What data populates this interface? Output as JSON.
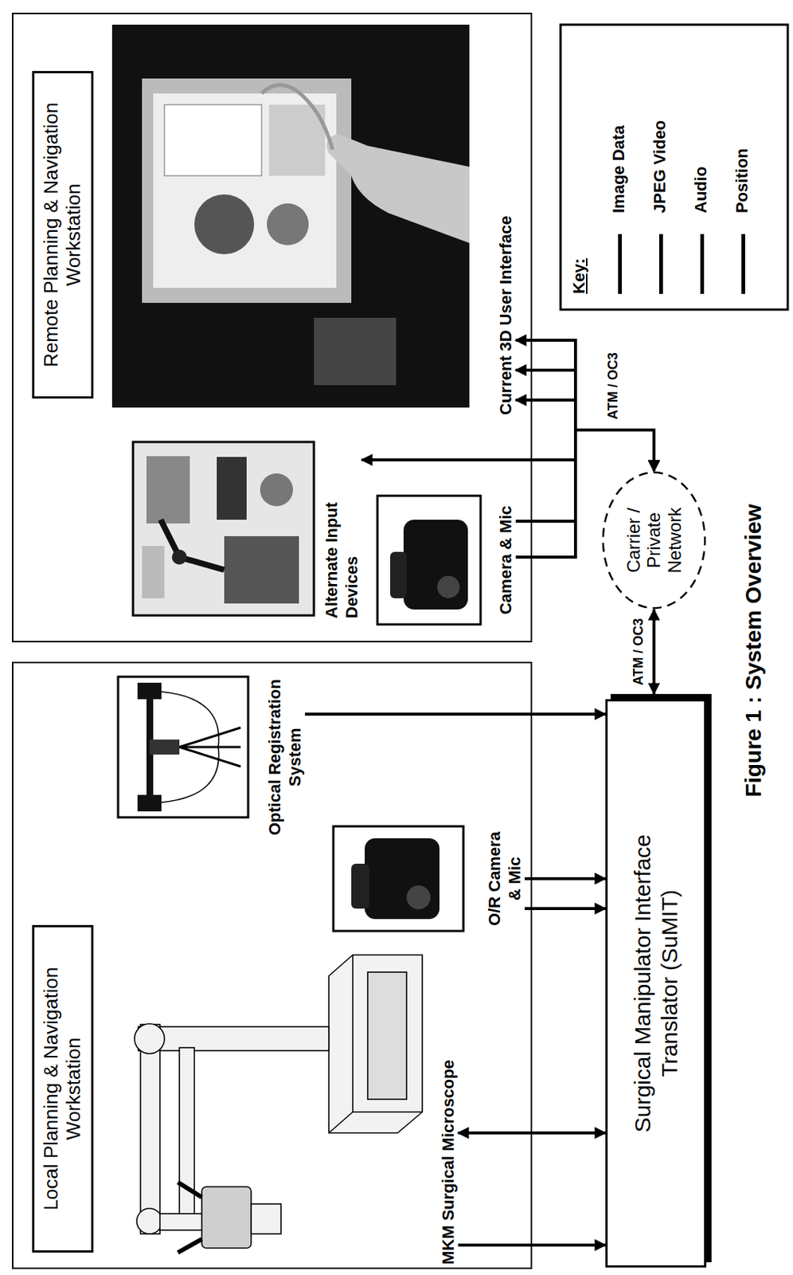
{
  "diagram": {
    "caption": "Figure 1 : System Overview",
    "nodes": [
      {
        "text": [
          "Local Planning & Navigation Workstation"
        ]
      },
      {
        "text": [
          "MKM Surgical Microscope"
        ],
        "in": 0
      },
      {
        "text": [
          "Optical Registration System"
        ],
        "in": 0
      },
      {
        "text": [
          "O/R Camera & Mic"
        ],
        "in": 0
      },
      {
        "text": [
          "Surgical Manipulator Interface Translator (SuMIT)"
        ]
      },
      {
        "text": [
          "Carrier / Private Network"
        ]
      },
      {
        "text": [
          "Remote Planning & Navigation Workstation"
        ]
      },
      {
        "text": [
          "Alternate Input Devices"
        ],
        "in": 6
      },
      {
        "text": [
          "Camera & Mic"
        ],
        "in": 6
      },
      {
        "text": [
          "Current 3D User Interface"
        ],
        "in": 6
      }
    ],
    "edges": [
      {
        "from": 1,
        "to": 4,
        "arrow": "to"
      },
      {
        "from": 1,
        "to": 4,
        "arrow": "both"
      },
      {
        "from": 3,
        "to": 4,
        "arrow": "to"
      },
      {
        "from": 3,
        "to": 4,
        "arrow": "to"
      },
      {
        "from": 2,
        "to": 4,
        "arrow": "to"
      },
      {
        "from": 4,
        "to": 5,
        "label": "ATM / OC3",
        "arrow": "both"
      },
      {
        "from": 5,
        "to": 9,
        "arrow": "to"
      },
      {
        "from": 5,
        "to": 9,
        "arrow": "to"
      },
      {
        "from": 5,
        "to": 9,
        "arrow": "both"
      },
      {
        "from": 7,
        "to": 5,
        "arrow": "both"
      },
      {
        "from": 8,
        "to": 5,
        "arrow": "to"
      },
      {
        "from": 8,
        "to": 5,
        "arrow": "to"
      }
    ],
    "labels": [
      "ATM / OC3",
      "Key:"
    ],
    "legend": [
      {
        "text": "Image Data"
      },
      {
        "text": "JPEG Video"
      },
      {
        "text": "Audio"
      },
      {
        "text": "Position"
      }
    ]
  }
}
